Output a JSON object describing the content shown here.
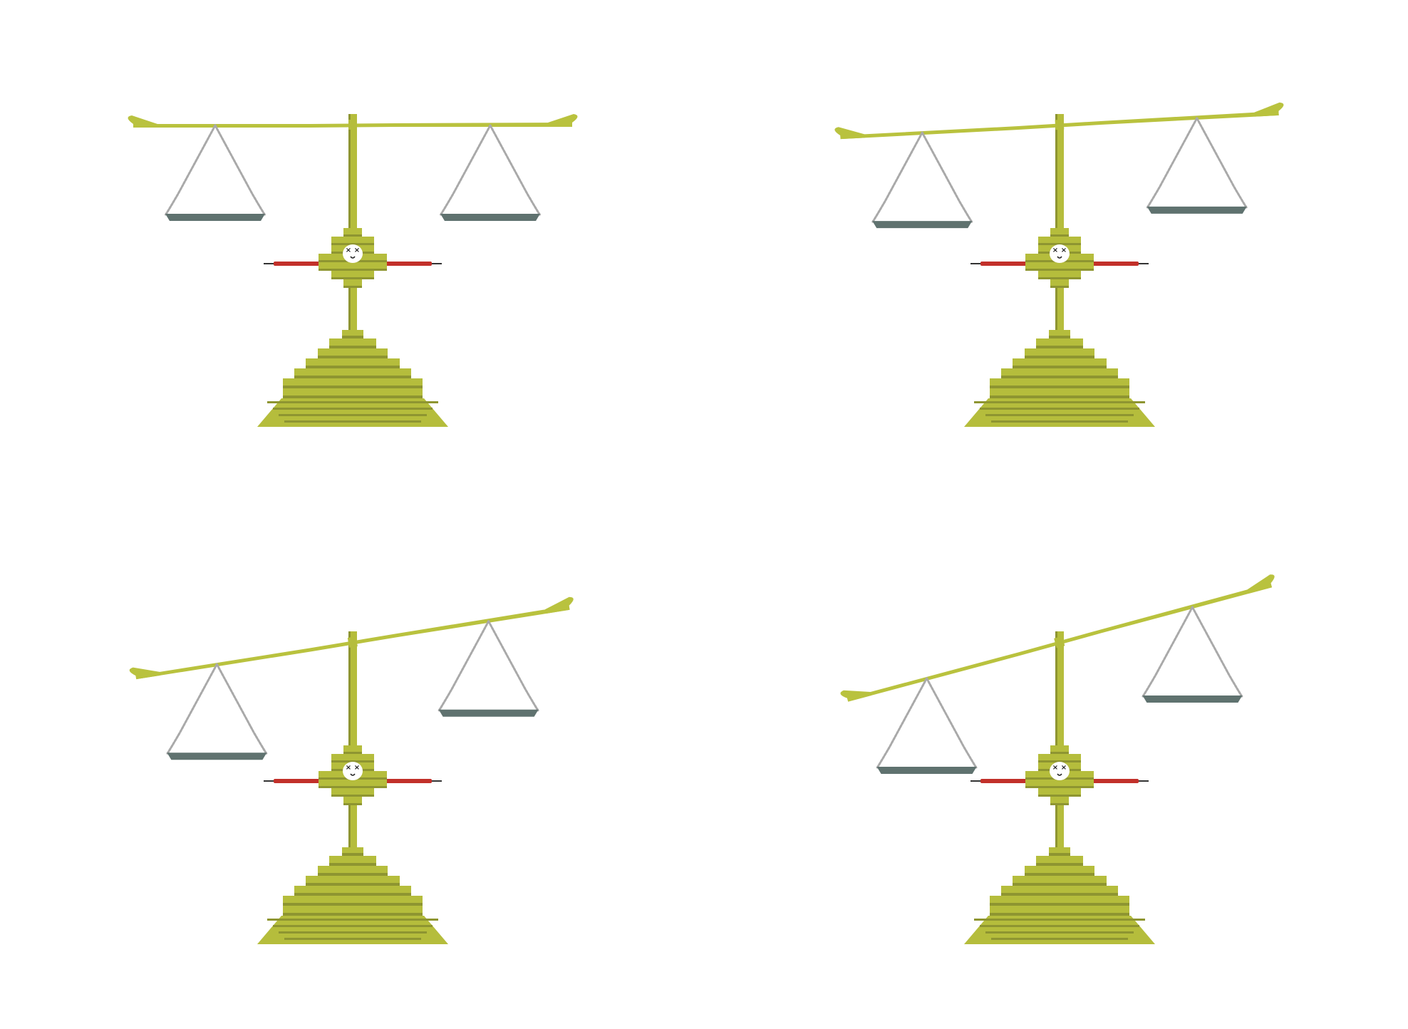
{
  "figure": {
    "background": "#ffffff",
    "colors": {
      "olive": "#b5bd3c",
      "olive_dark": "#8e9531",
      "olive_beam": "#b9c23e",
      "pan": "#5f726f",
      "chain": "#a9a9a9",
      "rod_red": "#c2302a",
      "rod_tip": "#333333",
      "face": "#ffffff",
      "face_feature": "#222222"
    },
    "scales": [
      {
        "name": "scale-top-left",
        "beam_tilt_deg": 0,
        "state": "balanced"
      },
      {
        "name": "scale-top-right",
        "beam_tilt_deg": -3,
        "state": "slightly-tipped"
      },
      {
        "name": "scale-bottom-left",
        "beam_tilt_deg": -9,
        "state": "tipped"
      },
      {
        "name": "scale-bottom-right",
        "beam_tilt_deg": -15,
        "state": "strongly-tipped"
      }
    ]
  }
}
